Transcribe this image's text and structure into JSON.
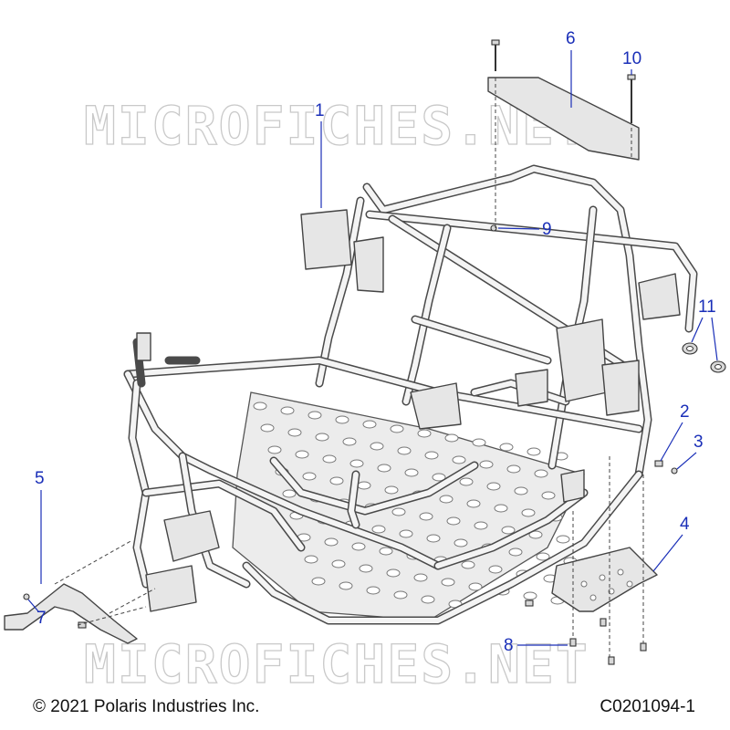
{
  "watermark": {
    "top": "MICROFICHES.NET",
    "bottom": "MICROFICHES.NET"
  },
  "callouts": [
    "1",
    "2",
    "3",
    "4",
    "5",
    "6",
    "7",
    "8",
    "9",
    "10",
    "11"
  ],
  "footer": {
    "copyright": "© 2021 Polaris Industries Inc.",
    "diagram_id": "C0201094-1"
  },
  "colors": {
    "callout": "#1a2fb8",
    "line_art": "#444444",
    "watermark": "#c9c9c9"
  }
}
